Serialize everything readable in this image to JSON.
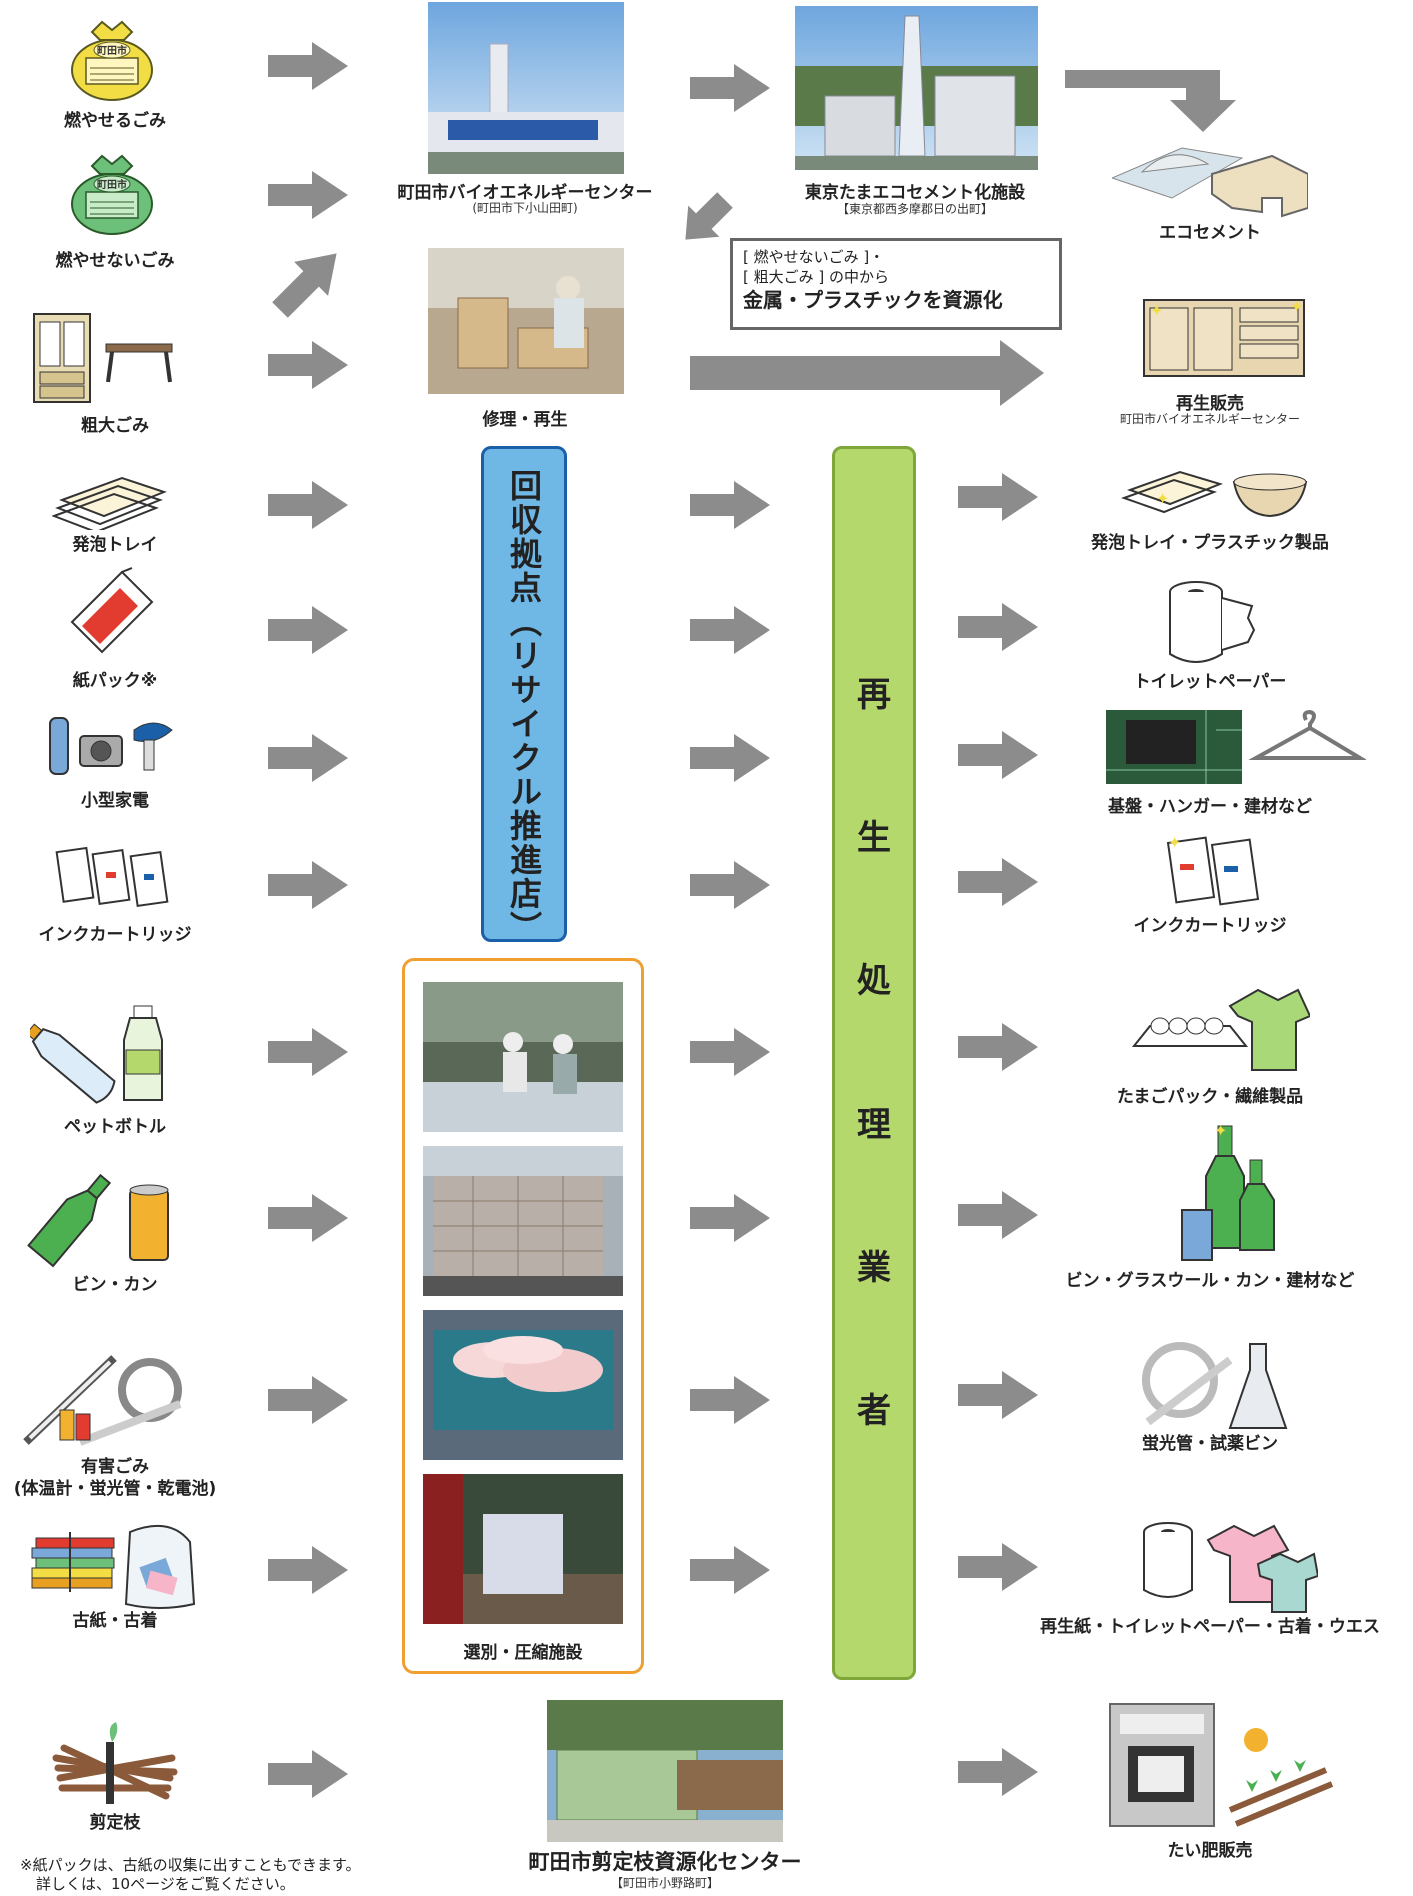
{
  "colors": {
    "arrow": "#8c8c8c",
    "recycle_shop_fill": "#6fb8e6",
    "recycle_shop_border": "#1a5fa8",
    "recycler_fill": "#b5d86c",
    "recycler_border": "#7fa63a",
    "sorting_border": "#f0a030"
  },
  "sources": [
    {
      "id": "burnable",
      "label": "燃やせるごみ",
      "icon": "yellow-garbage-bag-icon",
      "bag_text": "町田市"
    },
    {
      "id": "nonburnable",
      "label": "燃やせないごみ",
      "icon": "green-garbage-bag-icon",
      "bag_text": "町田市"
    },
    {
      "id": "bulky",
      "label": "粗大ごみ",
      "icon": "furniture-icon"
    },
    {
      "id": "foam_tray",
      "label": "発泡トレイ",
      "icon": "foam-tray-icon"
    },
    {
      "id": "milk_carton",
      "label": "紙パック※",
      "icon": "milk-carton-icon"
    },
    {
      "id": "small_appliances",
      "label": "小型家電",
      "icon": "small-appliances-icon"
    },
    {
      "id": "ink_cartridge",
      "label": "インクカートリッジ",
      "icon": "ink-cartridge-icon"
    },
    {
      "id": "pet_bottle",
      "label": "ペットボトル",
      "icon": "pet-bottle-icon"
    },
    {
      "id": "bottle_can",
      "label": "ビン・カン",
      "icon": "bottle-can-icon"
    },
    {
      "id": "hazardous",
      "label": "有害ごみ",
      "label2": "(体温計・蛍光管・乾電池)",
      "icon": "hazardous-waste-icon"
    },
    {
      "id": "paper_clothes",
      "label": "古紙・古着",
      "icon": "paper-clothes-icon"
    },
    {
      "id": "pruned_branches",
      "label": "剪定枝",
      "icon": "pruned-branches-icon"
    }
  ],
  "facilities": {
    "bio_energy": {
      "name": "町田市バイオエネルギーセンター",
      "location": "(町田市下小山田町)"
    },
    "repair": {
      "name": "修理・再生"
    },
    "eco_cement_plant": {
      "name": "東京たまエコセメント化施設",
      "location": "【東京都西多摩郡日の出町】"
    },
    "pruning_center": {
      "name": "町田市剪定枝資源化センター",
      "location": "【町田市小野路町】"
    },
    "sorting": {
      "name": "選別・圧縮施設"
    }
  },
  "recycle_shop": {
    "text": "回収拠点（リサイクル推進店）"
  },
  "recycler": {
    "chars": [
      "再",
      "生",
      "処",
      "理",
      "業",
      "者"
    ]
  },
  "note_box": {
    "line1": "[ 燃やせないごみ ]・",
    "line2": "[ 粗大ごみ ] の中から",
    "line3": "金属・プラスチックを資源化"
  },
  "products": [
    {
      "id": "eco_cement",
      "label": "エコセメント",
      "icon": "eco-cement-icon"
    },
    {
      "id": "resale",
      "label": "再生販売",
      "sub": "町田市バイオエネルギーセンター",
      "icon": "cabinet-icon"
    },
    {
      "id": "foam_products",
      "label": "発泡トレイ・プラスチック製品",
      "icon": "tray-bowl-icon"
    },
    {
      "id": "toilet_paper",
      "label": "トイレットペーパー",
      "icon": "toilet-paper-icon"
    },
    {
      "id": "circuit",
      "label": "基盤・ハンガー・建材など",
      "icon": "circuit-hanger-icon"
    },
    {
      "id": "ink_out",
      "label": "インクカートリッジ",
      "icon": "ink-cartridge-icon"
    },
    {
      "id": "egg_fiber",
      "label": "たまごパック・繊維製品",
      "icon": "egg-pack-shirt-icon"
    },
    {
      "id": "glass",
      "label": "ビン・グラスウール・カン・建材など",
      "icon": "glass-bottles-icon"
    },
    {
      "id": "fluorescent",
      "label": "蛍光管・試薬ビン",
      "icon": "fluorescent-flask-icon"
    },
    {
      "id": "recycled_paper",
      "label": "再生紙・トイレットペーパー・古着・ウエス",
      "icon": "paper-clothes-product-icon"
    },
    {
      "id": "compost",
      "label": "たい肥販売",
      "icon": "compost-bag-icon"
    }
  ],
  "footnote": {
    "line1": "※紙パックは、古紙の収集に出すこともできます。",
    "line2": "詳しくは、10ページをご覧ください。"
  }
}
